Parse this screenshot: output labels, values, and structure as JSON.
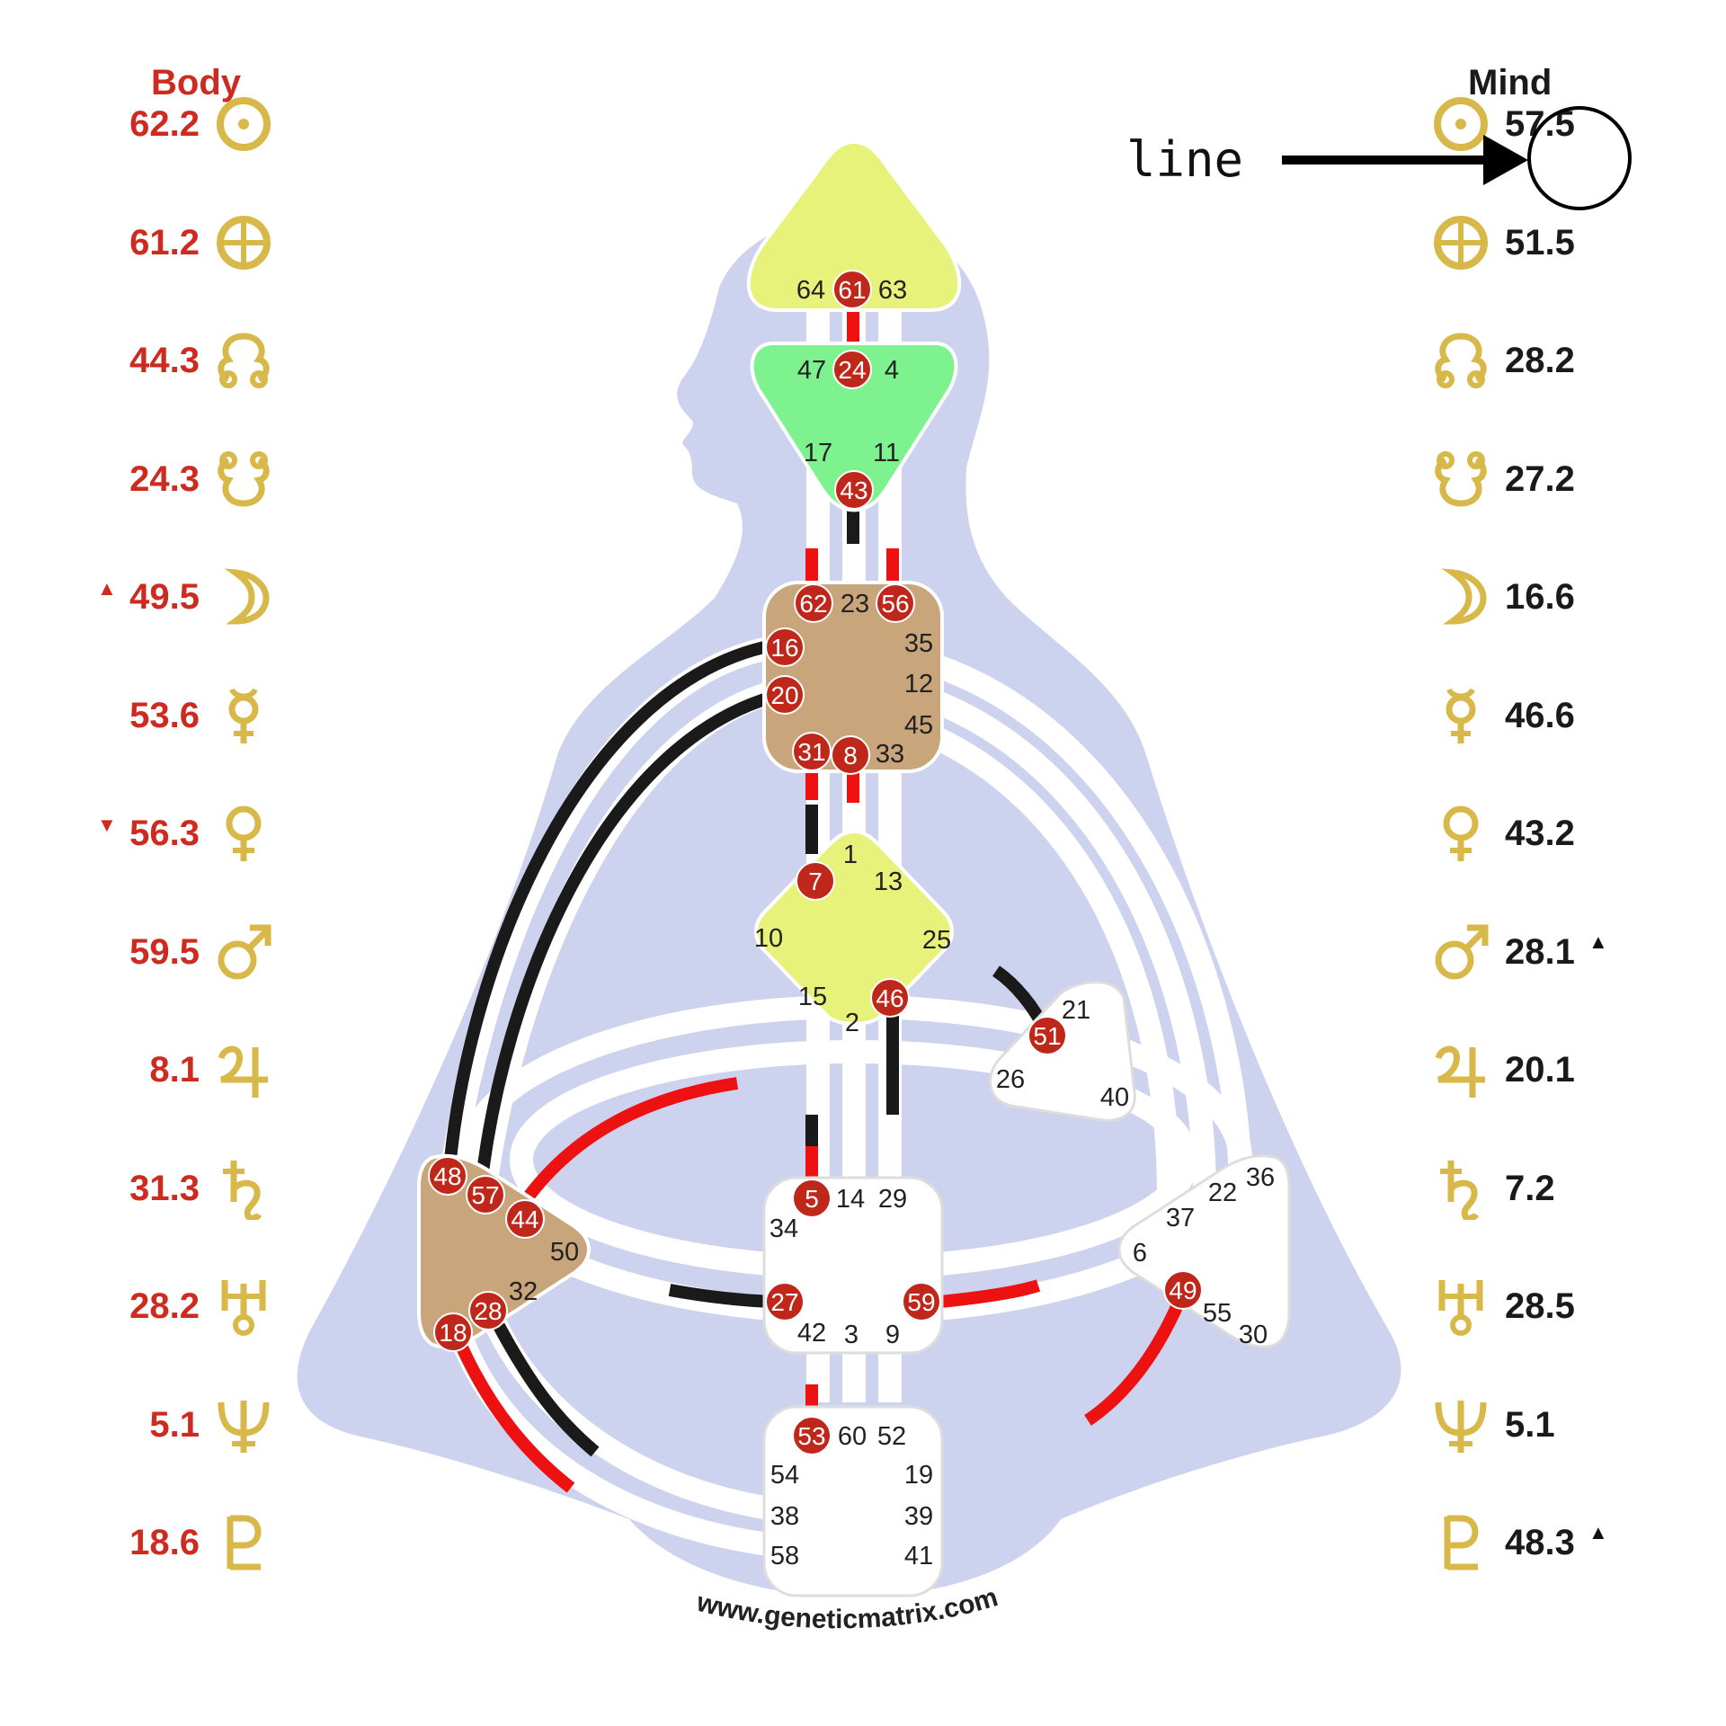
{
  "headers": {
    "body": "Body",
    "mind": "Mind"
  },
  "colors": {
    "body_text": "#cf2a1f",
    "mind_text": "#1a1a1a",
    "glyph": "#d9b84a",
    "activated_gate": "#c0271b",
    "channel_red": "#ee1111",
    "channel_black": "#1a1a1a",
    "silhouette": "#cdd2ee"
  },
  "planets": [
    "sun",
    "earth",
    "north-node",
    "south-node",
    "moon",
    "mercury",
    "venus",
    "mars",
    "jupiter",
    "saturn",
    "uranus",
    "neptune",
    "pluto"
  ],
  "body": [
    {
      "value": "62.2",
      "marker": ""
    },
    {
      "value": "61.2",
      "marker": ""
    },
    {
      "value": "44.3",
      "marker": ""
    },
    {
      "value": "24.3",
      "marker": ""
    },
    {
      "value": "49.5",
      "marker": "▲"
    },
    {
      "value": "53.6",
      "marker": ""
    },
    {
      "value": "56.3",
      "marker": "▼"
    },
    {
      "value": "59.5",
      "marker": ""
    },
    {
      "value": "8.1",
      "marker": ""
    },
    {
      "value": "31.3",
      "marker": ""
    },
    {
      "value": "28.2",
      "marker": ""
    },
    {
      "value": "5.1",
      "marker": ""
    },
    {
      "value": "18.6",
      "marker": ""
    }
  ],
  "mind": [
    {
      "value": "57.5",
      "marker": ""
    },
    {
      "value": "51.5",
      "marker": ""
    },
    {
      "value": "28.2",
      "marker": ""
    },
    {
      "value": "27.2",
      "marker": ""
    },
    {
      "value": "16.6",
      "marker": ""
    },
    {
      "value": "46.6",
      "marker": ""
    },
    {
      "value": "43.2",
      "marker": ""
    },
    {
      "value": "28.1",
      "marker": "▲"
    },
    {
      "value": "20.1",
      "marker": ""
    },
    {
      "value": "7.2",
      "marker": ""
    },
    {
      "value": "28.5",
      "marker": ""
    },
    {
      "value": "5.1",
      "marker": ""
    },
    {
      "value": "48.3",
      "marker": "▲"
    }
  ],
  "annotation": {
    "label": "line"
  },
  "watermark": "www.geneticmatrix.com",
  "centers": {
    "head": {
      "gates": [
        "64",
        "61",
        "63"
      ],
      "active": [
        "61"
      ],
      "color": "#e7f27a"
    },
    "ajna": {
      "gates": [
        "47",
        "24",
        "4",
        "17",
        "11",
        "43"
      ],
      "active": [
        "24",
        "43"
      ],
      "color": "#7df28f"
    },
    "throat": {
      "gates": [
        "62",
        "23",
        "56",
        "16",
        "35",
        "12",
        "20",
        "45",
        "31",
        "8",
        "33"
      ],
      "active": [
        "62",
        "56",
        "16",
        "20",
        "31",
        "8"
      ],
      "color": "#c8a57a"
    },
    "g": {
      "gates": [
        "1",
        "7",
        "13",
        "10",
        "25",
        "15",
        "46",
        "2"
      ],
      "active": [
        "7",
        "46"
      ],
      "color": "#e7f27a"
    },
    "heart": {
      "gates": [
        "21",
        "51",
        "26",
        "40"
      ],
      "active": [
        "51"
      ],
      "color": "#ffffff"
    },
    "sacral": {
      "gates": [
        "5",
        "14",
        "29",
        "34",
        "27",
        "59",
        "42",
        "3",
        "9"
      ],
      "active": [
        "5",
        "27",
        "59"
      ],
      "color": "#ffffff"
    },
    "spleen": {
      "gates": [
        "48",
        "57",
        "44",
        "50",
        "32",
        "28",
        "18"
      ],
      "active": [
        "48",
        "57",
        "44",
        "28",
        "18"
      ],
      "color": "#c8a57a"
    },
    "solar_plexus": {
      "gates": [
        "36",
        "22",
        "37",
        "6",
        "49",
        "55",
        "30"
      ],
      "active": [
        "49"
      ],
      "color": "#ffffff"
    },
    "root": {
      "gates": [
        "53",
        "60",
        "52",
        "54",
        "19",
        "38",
        "39",
        "58",
        "41"
      ],
      "active": [
        "53"
      ],
      "color": "#ffffff"
    }
  }
}
